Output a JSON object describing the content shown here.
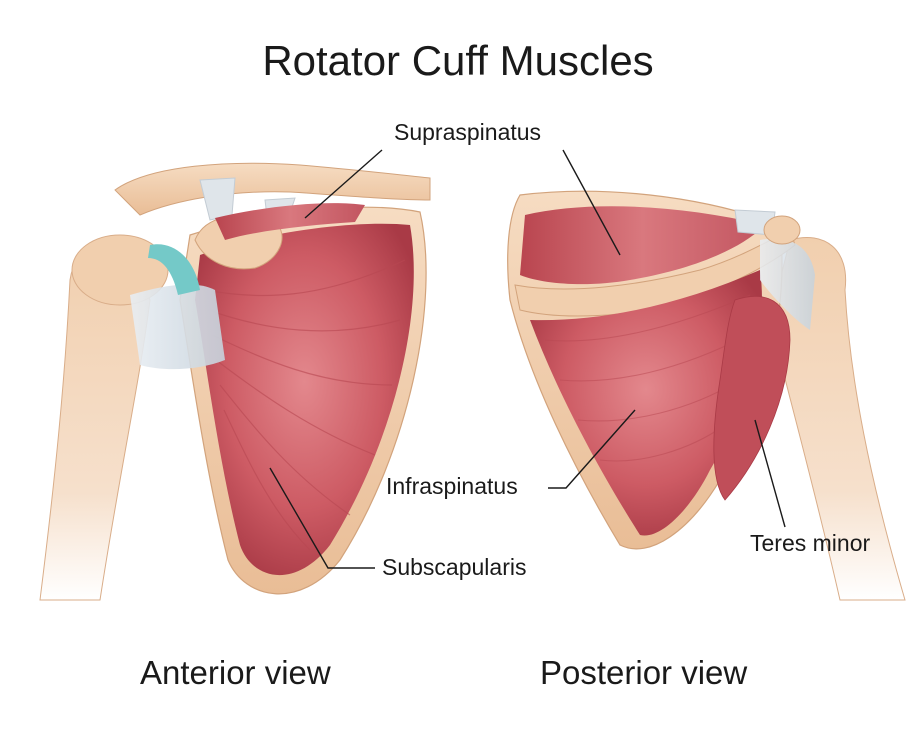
{
  "title": "Rotator Cuff Muscles",
  "labels": {
    "supraspinatus": "Supraspinatus",
    "infraspinatus": "Infraspinatus",
    "subscapularis": "Subscapularis",
    "teres_minor": "Teres minor"
  },
  "views": {
    "anterior": "Anterior view",
    "posterior": "Posterior view"
  },
  "colors": {
    "bone": "#f1cfae",
    "bone_dark": "#dcae86",
    "muscle": "#c9545e",
    "muscle_dark": "#a93a46",
    "tendon": "#cfd9e2",
    "cartilage": "#74c9c8"
  }
}
